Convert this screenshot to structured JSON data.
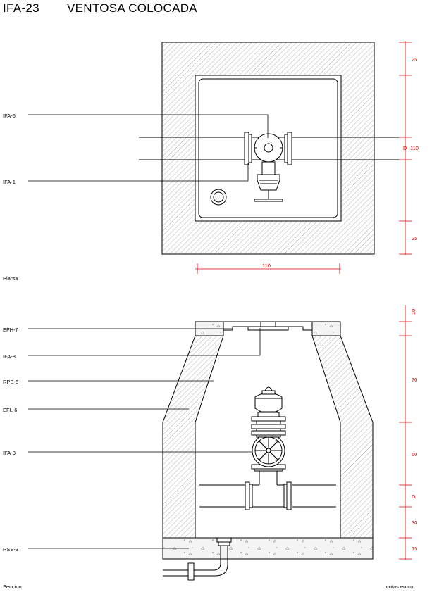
{
  "title": {
    "code": "IFA-23",
    "name": "VENTOSA COLOCADA"
  },
  "plan": {
    "caption": "Planta",
    "labels": [
      "IFA-5",
      "IFA-1"
    ],
    "dims_right": [
      "25",
      "D",
      "110",
      "25"
    ],
    "dim_bottom": "110"
  },
  "section": {
    "caption": "Seccion",
    "labels": [
      "EFH-7",
      "IFA-8",
      "RPE-5",
      "EFL-6",
      "IFA-3",
      "RSS-3"
    ],
    "dims_right": [
      "10",
      "70",
      "60",
      "D",
      "30",
      "15"
    ]
  },
  "units_note": "cotas en cm",
  "colors": {
    "line": "#000000",
    "dimension": "#d40000",
    "hatch": "#9a9a9a",
    "concrete": "#f3f3f3"
  }
}
